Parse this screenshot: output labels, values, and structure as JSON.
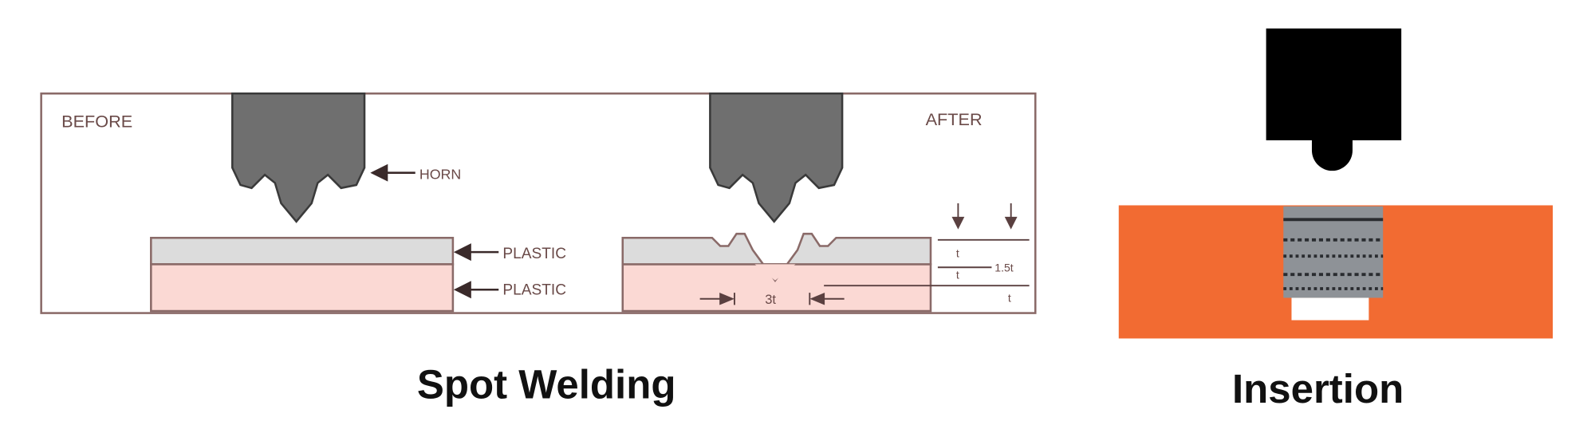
{
  "spot_welding": {
    "title": "Spot Welding",
    "before_label": "BEFORE",
    "after_label": "AFTER",
    "horn_label": "HORN",
    "plastic_top_label": "PLASTIC",
    "plastic_bottom_label": "PLASTIC",
    "dimensions": {
      "top_thickness": "t",
      "total": "1.5t",
      "lower": "t",
      "bottom": "t",
      "width": "3t"
    }
  },
  "insertion": {
    "title": "Insertion"
  },
  "colors": {
    "horn": "#6f6f6f",
    "plastic_top": "#dcdcdc",
    "plastic_bottom": "#fbd9d4",
    "frame": "#8a6a68",
    "insertion_part": "#f26b32",
    "tool": "#000000"
  }
}
